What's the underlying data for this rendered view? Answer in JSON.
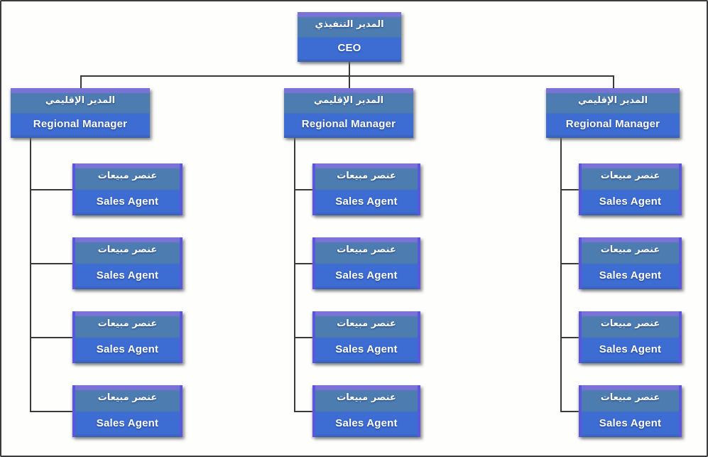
{
  "page": {
    "background": "#fefefc",
    "border_color": "#3c3c3c"
  },
  "colors": {
    "edge_purple": "#7a72d6",
    "side_indigo": "#5a57dd",
    "fill_top": "#4d7cb0",
    "fill_bottom": "#3d6cd2",
    "fill_bottom_dark": "#3a60ad",
    "text": "#ffffff",
    "connector": "#3a3a3a"
  },
  "org_chart": {
    "type": "org-tree",
    "ceo": {
      "title_ar": "المدير التنفيذي",
      "title_en": "CEO"
    },
    "managers": [
      {
        "title_ar": "المدير الإقليمي",
        "title_en": "Regional Manager",
        "agents": [
          {
            "title_ar": "عنصر مبيعات",
            "title_en": "Sales Agent"
          },
          {
            "title_ar": "عنصر مبيعات",
            "title_en": "Sales Agent"
          },
          {
            "title_ar": "عنصر مبيعات",
            "title_en": "Sales Agent"
          },
          {
            "title_ar": "عنصر مبيعات",
            "title_en": "Sales Agent"
          }
        ]
      },
      {
        "title_ar": "المدير الإقليمي",
        "title_en": "Regional Manager",
        "agents": [
          {
            "title_ar": "عنصر مبيعات",
            "title_en": "Sales Agent"
          },
          {
            "title_ar": "عنصر مبيعات",
            "title_en": "Sales Agent"
          },
          {
            "title_ar": "عنصر مبيعات",
            "title_en": "Sales Agent"
          },
          {
            "title_ar": "عنصر مبيعات",
            "title_en": "Sales Agent"
          }
        ]
      },
      {
        "title_ar": "المدير الإقليمي",
        "title_en": "Regional Manager",
        "agents": [
          {
            "title_ar": "عنصر مبيعات",
            "title_en": "Sales Agent"
          },
          {
            "title_ar": "عنصر مبيعات",
            "title_en": "Sales Agent"
          },
          {
            "title_ar": "عنصر مبيعات",
            "title_en": "Sales Agent"
          },
          {
            "title_ar": "عنصر مبيعات",
            "title_en": "Sales Agent"
          }
        ]
      }
    ]
  }
}
